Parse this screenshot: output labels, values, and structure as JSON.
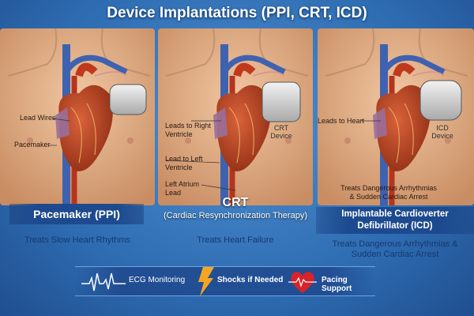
{
  "title": "Device Implantations (PPI, CRT, ICD)",
  "panels": [
    {
      "labels": [
        "Lead Wires",
        "Pacemaker"
      ],
      "banner": "Pacemaker (PPI)",
      "description": "Treats Slow Heart Rhythms"
    },
    {
      "labels": [
        "Leads to Right Ventricle",
        "Lead to Left Ventricle",
        "Left Atrium Lead"
      ],
      "device": "CRT Device",
      "banner": "CRT",
      "banner_sub": "(Cardiac Resynchronization Therapy)",
      "description": "Treats Heart Failure"
    },
    {
      "labels": [
        "Leads to Heart",
        "Treats Dangerous Arrhythmias & Sudden Cardiac Arrest"
      ],
      "device": "ICD Device",
      "banner": "Implantable Cardioverter Defibrillator (ICD)",
      "description": "Treats Dangerous Arrhythmias & Sudden Cardiac Arrest"
    }
  ],
  "features": [
    {
      "icon": "ecg-icon",
      "label": "ECG Monitoring"
    },
    {
      "icon": "lightning-icon",
      "label": "Shocks if Needed"
    },
    {
      "icon": "heart-icon",
      "label": "Pacing Support"
    }
  ],
  "colors": {
    "background": "#2f6db3",
    "skin": "#e6b58f",
    "heart": "#b8401f",
    "vein": "#3f62b0",
    "banner": "#1d4a8f",
    "bolt": "#f5a623"
  }
}
